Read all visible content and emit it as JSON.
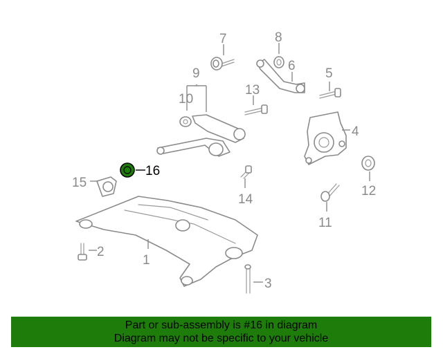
{
  "diagram": {
    "highlighted_part": "16",
    "highlight_color": "#1e7d0a",
    "line_color": "#8a8a8a",
    "callouts": [
      "1",
      "2",
      "3",
      "4",
      "5",
      "6",
      "7",
      "8",
      "9",
      "10",
      "11",
      "12",
      "13",
      "14",
      "15",
      "16"
    ]
  },
  "banner": {
    "line1": "Part or sub-assembly is #16 in diagram",
    "line2": "Diagram may not be specific to your vehicle",
    "background": "#1e7d0a"
  }
}
